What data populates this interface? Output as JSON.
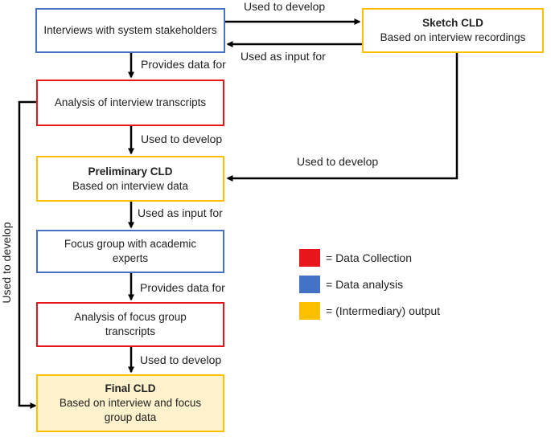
{
  "boxes": {
    "interviews": "Interviews with system stakeholders",
    "sketch_title": "Sketch CLD",
    "sketch_sub": "Based on interview recordings",
    "analysis_interviews": "Analysis of interview transcripts",
    "prelim_title": "Preliminary CLD",
    "prelim_sub": "Based on interview data",
    "focus_group": "Focus group with academic experts",
    "analysis_focus": "Analysis of focus group transcripts",
    "final_title": "Final CLD",
    "final_sub": "Based on interview and focus group data"
  },
  "edges": {
    "e1": "Used to develop",
    "e2": "Used as input for",
    "e3": "Provides data for",
    "e4": "Used to develop",
    "e5": "Used to develop",
    "e6": "Used as input for",
    "e7": "Provides data for",
    "e8": "Used to develop",
    "e9": "Used to develop"
  },
  "legend": {
    "red": "= Data Collection",
    "blue": "= Data analysis",
    "yellow": "= (Intermediary) output"
  },
  "colors": {
    "red": "#e8161b",
    "blue": "#4472c4",
    "yellow": "#ffc000",
    "final_fill": "#fff2cc"
  }
}
